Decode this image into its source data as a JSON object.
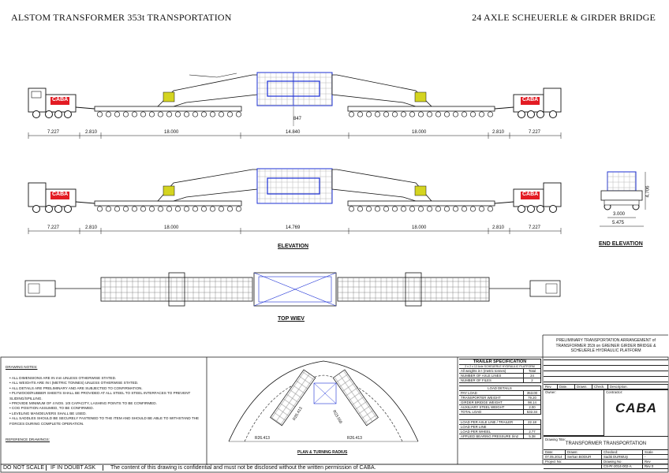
{
  "header": {
    "left_title": "ALSTOM TRANSFORMER 353t TRANSPORTATION",
    "right_title": "24 AXLE SCHEUERLE & GIRDER BRIDGE"
  },
  "elevation_top": {
    "dims": [
      "7.227",
      "2.810",
      "18.000",
      "14.840",
      "18.000",
      "2.810",
      "7.227"
    ],
    "center_mark": "847"
  },
  "elevation_mid": {
    "dims": [
      "7.227",
      "2.810",
      "18.000",
      "14.769",
      "18.000",
      "2.810",
      "7.227"
    ]
  },
  "end_elevation": {
    "dims": [
      "3.000",
      "5.475"
    ],
    "height": "4.706",
    "label": "END ELEVATION"
  },
  "labels": {
    "elevation": "ELEVATION",
    "top_view": "TOP WIEV",
    "plan": "PLAN & TURNING RADIUS"
  },
  "plan": {
    "radii": [
      "R26.413",
      "R26.413",
      "R26.413",
      "R23.556"
    ]
  },
  "brand": "CABA",
  "notes": {
    "heading": "DRAWING NOTES:",
    "items": [
      "ALL DIMENSIONS ARE IN mm UNLESS OTHERWISE STATED.",
      "ALL WEIGHTS ARE IN t (METRIC TONNES) UNLESS OTHERWISE STATED.",
      "ALL DETAILS ARE PRELIMINARY AND ARE SUBJECTED TO CONFIRMATION.",
      "PLYWOOD/RUBBER SHEETS SHALL BE PROVIDED AT ALL STEEL TO STEEL INTERFACES TO PREVENT SLIDING/SPILLING.",
      "PROVIDE MINIMUM OF 4 NOS. 10t CAPACITY, LASHING POINTS TO BE CONFIRMED.",
      "COG POSITION ASSUMED, TO BE CONFIRMED.",
      "LEVELING MANOEUVERS SHALL BE USED.",
      "ALL SADDLES SHOULD BE SECURELY FASTENED TO THE ITEM AND SHOULD BE ABLE TO WITHSTAND THE FORCES DURING COMPLETE OPERATION."
    ],
    "reference": "REFERENCE DRAWINGS:"
  },
  "spec": {
    "title": "TRAILER SPECIFICATION",
    "subtitle": "2 x 2 x 12 Axle SCHEUERLE HYDRAULIC PLATFORM",
    "weights_note": "All weights in t (metric tonnes)",
    "total_head": "Total",
    "rows1": [
      {
        "label": "NUMBER OF AXLE LINES",
        "value": "24"
      },
      {
        "label": "NUMBER OF FILES",
        "value": "2"
      }
    ],
    "load_head": "LOAD DETAILS",
    "rows2": [
      {
        "label": "PAY LOAD",
        "value": "353.00"
      },
      {
        "label": "TRANSPORTER WEIGHT",
        "value": "79.20"
      },
      {
        "label": "GIRDER BRIDGE WEIGHT",
        "value": "98.14"
      },
      {
        "label": "AUXILIARY STEEL WEIGHT",
        "value": "2.00"
      },
      {
        "label": "TOTAL LOAD",
        "value": "532.34"
      }
    ],
    "rows3": [
      {
        "label": "LOAD PER AXLE LINE / TRAILER",
        "value": "22.18"
      },
      {
        "label": "LOAD PER LINE",
        "value": ""
      },
      {
        "label": "LOAD PER WHEEL",
        "value": "2.77"
      },
      {
        "label": "APPLIED BEARING PRESSURE t/m2",
        "value": "5.38"
      }
    ]
  },
  "title_block": {
    "title": "PRELIMINARY TRANSPORTATION ARRANGEMENT of TRANSFORMER 353t on GREINER GIRDER BRIDGE & SCHEUERLE HYDRAULIC PLATFORM",
    "rev_heads": [
      "Rev.",
      "Date.",
      "Drawn.",
      "Check.",
      "Description."
    ],
    "owner": "Owner:",
    "contractor": "Contractor:",
    "drawing_title_label": "Drawing Title:",
    "drawing_title": "TRANSFORMER TRANSPORTATION",
    "meta_heads": [
      "Date:",
      "Drawn:",
      "Checked:",
      "Scale"
    ],
    "meta_vals": [
      "07.05.2014",
      "Serkan BODUR",
      "Sadık DURMUŞ",
      "-"
    ],
    "meta2_heads": [
      "Project No:",
      "Drawing No:",
      "Rev"
    ],
    "meta2_vals": [
      "",
      "CS-Pr-2014-002-A",
      "Rev 0"
    ]
  },
  "footer": {
    "do_not_scale": "DO NOT SCALE",
    "if_in_doubt": "IF IN DOUBT ASK",
    "confidential": "The content of this drawing is confidential and must not be disclosed without the written permission of CABA."
  }
}
